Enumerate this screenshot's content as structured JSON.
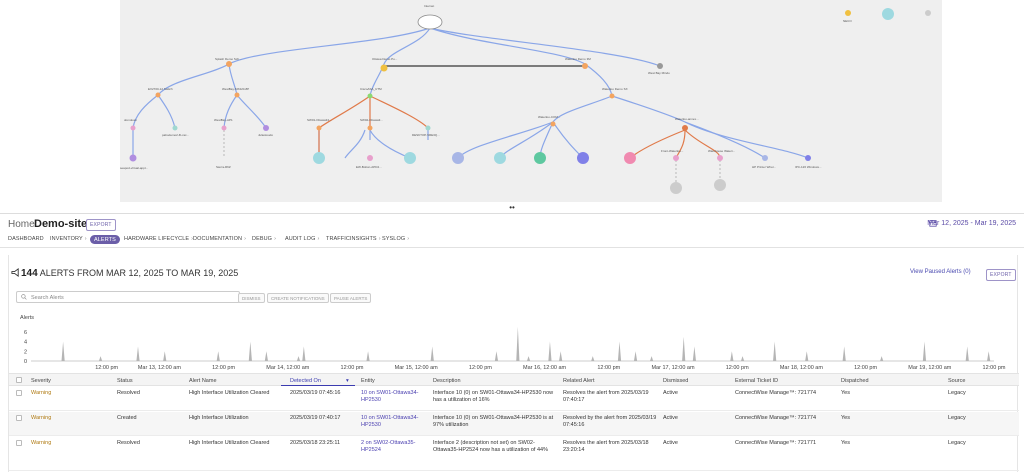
{
  "topology": {
    "root": "Internet",
    "nodes": {
      "splash": "Splash Demo Sch...",
      "ottawa": "Ottawa Demo Pu...",
      "waterloo": "Waterloo Demo 3M",
      "westbay": "West Bay Mindo",
      "ex2": "EX2700-12 Switch",
      "westbay2": "WestBay-MX220-8P",
      "ciscoasa": "CiscoASA_UTM",
      "waterloo_si": "Waterloo Demo SX",
      "domokun": "domokum",
      "pabodemo": "pabodemo2-fb-rac...",
      "westbayap": "WestBay-AP1",
      "juliesloudo": "Juliesloudo",
      "sw01": "SW01-Ottawa34...",
      "sw02": "SW02-Ottawa3...",
      "desktop": "DESKTOP-5RE3Q...",
      "waterloo_com": "Waterloo-COM...",
      "waterloo_annex": "Waterloo-annex...",
      "seapod": "seapod-virtual-appl...",
      "sierra": "Sierra-R6Z",
      "ew": "EW-Bolton-APD2...",
      "front": "Front-Waterloo...",
      "warehouse": "Warehouse Wateri...",
      "hpprinter": "HP Printer Wirel...",
      "ipc": "IPC-126 Windows..."
    },
    "legend": "NECO"
  },
  "header": {
    "home_label": "Home:",
    "site_name": "Demo-site1",
    "export_label": "EXPORT",
    "date_range": "Mar 12, 2025 - Mar 19, 2025"
  },
  "nav": {
    "tabs": [
      {
        "label": "DASHBOARD"
      },
      {
        "label": "INVENTORY"
      },
      {
        "label": "ALERTS"
      },
      {
        "label": "HARDWARE LIFECYCLE"
      },
      {
        "label": "DOCUMENTATION"
      },
      {
        "label": "DEBUG"
      },
      {
        "label": "AUDIT LOG"
      },
      {
        "label": "TRAFFICINSIGHTS"
      },
      {
        "label": "SYSLOG"
      }
    ]
  },
  "alerts": {
    "count": "144",
    "heading_rest": "ALERTS FROM MAR 12, 2025 TO MAR 19, 2025",
    "view_paused": "View Paused Alerts (0)",
    "export_label": "EXPORT",
    "search_placeholder": "Search Alerts",
    "dismiss_label": "DISMISS",
    "create_notifications_label": "CREATE NOTIFICATIONS",
    "pause_alerts_label": "PAUSE ALERTS"
  },
  "chart_data": {
    "type": "bar",
    "ylabel": "Alerts",
    "ylim": [
      0,
      8
    ],
    "yticks": [
      0,
      2,
      4,
      6
    ],
    "xticks": [
      "12:00 pm",
      "Mar 13, 12:00 am",
      "12:00 pm",
      "Mar 14, 12:00 am",
      "12:00 pm",
      "Mar 15, 12:00 am",
      "12:00 pm",
      "Mar 16, 12:00 am",
      "12:00 pm",
      "Mar 17, 12:00 am",
      "12:00 pm",
      "Mar 18, 12:00 am",
      "12:00 pm",
      "Mar 19, 12:00 am",
      "12:00 pm"
    ],
    "color": "#b5b5b5",
    "series_hours": [
      1,
      2,
      3,
      4,
      5,
      6,
      7,
      8,
      9,
      10,
      11,
      12,
      13,
      14,
      15,
      16,
      17,
      18,
      19,
      20,
      21,
      22,
      23,
      24,
      25,
      26,
      27,
      28,
      29,
      30,
      31,
      32,
      33,
      34,
      35,
      36,
      37,
      38,
      39,
      40,
      41,
      42,
      43,
      44,
      45,
      46,
      47,
      48,
      49,
      50,
      51,
      52,
      53,
      54,
      55,
      56,
      57,
      58,
      59,
      60,
      61,
      62,
      63,
      64,
      65,
      66,
      67,
      68,
      69,
      70,
      71,
      72,
      73,
      74,
      75,
      76,
      77,
      78,
      79,
      80,
      81,
      82,
      83,
      84,
      85,
      86,
      87,
      88,
      89,
      90,
      91,
      92,
      93,
      94,
      95,
      96,
      97,
      98,
      99,
      100,
      101,
      102,
      103,
      104,
      105,
      106,
      107,
      108,
      109,
      110,
      111,
      112,
      113,
      114,
      115,
      116,
      117,
      118,
      119,
      120,
      121,
      122,
      123,
      124,
      125,
      126,
      127,
      128,
      129,
      130,
      131,
      132,
      133,
      134,
      135,
      136,
      137,
      138,
      139,
      140,
      141,
      142,
      143,
      144,
      145,
      146,
      147,
      148,
      149,
      150,
      151,
      152,
      153,
      154,
      155,
      156,
      157,
      158,
      159,
      160,
      161,
      162,
      163,
      164,
      165,
      166,
      167,
      168,
      169,
      170,
      171,
      172,
      173,
      174,
      175,
      176,
      177,
      178,
      179
    ],
    "values": [
      0,
      0,
      0,
      0,
      0,
      4,
      0,
      0,
      0,
      0,
      0,
      0,
      1,
      0,
      0,
      0,
      0,
      0,
      0,
      3,
      0,
      0,
      0,
      0,
      2,
      0,
      0,
      0,
      0,
      0,
      0,
      0,
      0,
      0,
      2,
      0,
      0,
      0,
      0,
      0,
      4,
      0,
      0,
      2,
      0,
      0,
      0,
      0,
      0,
      1,
      3,
      0,
      0,
      0,
      0,
      0,
      0,
      0,
      0,
      0,
      0,
      0,
      2,
      0,
      0,
      0,
      0,
      0,
      0,
      0,
      0,
      0,
      0,
      0,
      3,
      0,
      0,
      0,
      0,
      0,
      0,
      0,
      0,
      0,
      0,
      0,
      2,
      0,
      0,
      0,
      7,
      0,
      1,
      0,
      0,
      0,
      4,
      0,
      2,
      0,
      0,
      0,
      0,
      0,
      1,
      0,
      0,
      0,
      0,
      4,
      0,
      0,
      2,
      0,
      0,
      1,
      0,
      0,
      0,
      0,
      0,
      5,
      0,
      3,
      0,
      0,
      0,
      0,
      0,
      0,
      2,
      0,
      1,
      0,
      0,
      0,
      0,
      0,
      4,
      0,
      0,
      0,
      0,
      0,
      2,
      0,
      0,
      0,
      0,
      0,
      0,
      3,
      0,
      0,
      0,
      0,
      0,
      0,
      1,
      0,
      0,
      0,
      0,
      0,
      0,
      0,
      4,
      0,
      0,
      0,
      0,
      0,
      0,
      0,
      3,
      0,
      0,
      0,
      2
    ]
  },
  "table": {
    "columns": [
      "Severity",
      "Status",
      "Alert Name",
      "Detected On",
      "Entity",
      "Description",
      "Related Alert",
      "Dismissed",
      "External Ticket ID",
      "Dispatched",
      "Source"
    ],
    "rows": [
      {
        "severity": "Warning",
        "status": "Resolved",
        "alert_name": "High Interface Utilization Cleared",
        "detected_on": "2025/03/19 07:45:16",
        "entity": "10 on SW01-Ottawa34-HP2530",
        "description": "Interface 10 (0) on SW01-Ottawa34-HP2530 now has a utilization of 16%",
        "related": "Resolves the alert from 2025/03/19 07:40:17",
        "dismissed": "Active",
        "ticket": "ConnectWise Manage™: 721774",
        "dispatched": "Yes",
        "source": "Legacy"
      },
      {
        "severity": "Warning",
        "status": "Created",
        "alert_name": "High Interface Utilization",
        "detected_on": "2025/03/19 07:40:17",
        "entity": "10 on SW01-Ottawa34-HP2530",
        "description": "Interface 10 (0) on SW01-Ottawa34-HP2530 is at 97% utilization",
        "related": "Resolved by the alert from 2025/03/19 07:45:16",
        "dismissed": "Active",
        "ticket": "ConnectWise Manage™: 721774",
        "dispatched": "Yes",
        "source": "Legacy"
      },
      {
        "severity": "Warning",
        "status": "Resolved",
        "alert_name": "High Interface Utilization Cleared",
        "detected_on": "2025/03/18 23:25:11",
        "entity": "2 on SW02-Ottawa35-HP2524",
        "description": "Interface 2 (description not set) on SW02-Ottawa35-HP2524 now has a utilization of 44%",
        "related": "Resolves the alert from 2025/03/18 23:20:14",
        "dismissed": "Active",
        "ticket": "ConnectWise Manage™: 721771",
        "dispatched": "Yes",
        "source": "Legacy"
      }
    ]
  },
  "colors": {
    "accent": "#6b5ea8",
    "link": "#4a3fb0",
    "warning": "#b07a12",
    "link_blue": "#8aa6e8",
    "link_orange": "#e07a4a"
  }
}
